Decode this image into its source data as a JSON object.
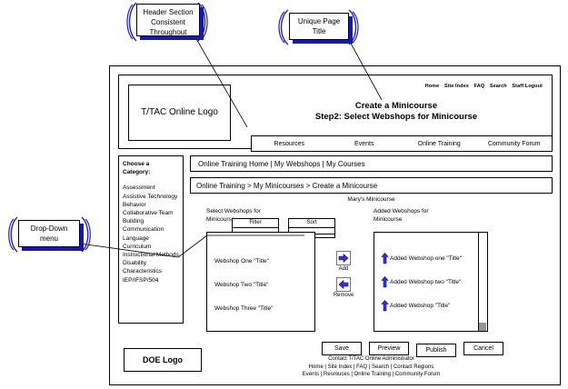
{
  "annotations": [
    {
      "id": "header-callout",
      "text": "Header Section Consistent Throughout"
    },
    {
      "id": "title-callout",
      "text": "Unique Page Title"
    },
    {
      "id": "dropdown-callout",
      "text": "Drop-Down menu"
    }
  ],
  "header": {
    "logo_text": "T/TAC Online Logo",
    "utility_nav": [
      "Home",
      "Site Index",
      "FAQ",
      "Search",
      "Staff Logout"
    ],
    "title_line1": "Create a Minicourse",
    "title_line2": "Step2: Select Webshops for Minicourse",
    "main_nav": [
      "Resources",
      "Events",
      "Online Training",
      "Community Forum"
    ]
  },
  "sidebar": {
    "heading_line1": "Choose a",
    "heading_line2": "Category:",
    "items": [
      "Assessment",
      "Assistive Technology",
      "Behavior",
      "Collaborative Team Building",
      "Communication",
      "Language",
      "Curriculum",
      "Instructional Methods",
      "Disability Characteristics",
      "IEP/IFSP/504"
    ],
    "doe_logo_text": "DOE Logo"
  },
  "content": {
    "section_tabs": "Online Training Home |  My Webshops |  My Courses",
    "breadcrumb": "Online Training > My Minicourses > Create a Minicourse",
    "course_name": "Mary's Minicourse",
    "select_panel": {
      "label_line1": "Select Webshops for",
      "label_line2": "Minicourse",
      "filter_label": "Filter",
      "sort_label": "Sort",
      "options": [
        "Webshop One \"Title\"",
        "Webshop Two \"Title\"",
        "Webshop Three \"Title\""
      ]
    },
    "transfer": {
      "add_label": "Add",
      "remove_label": "Remove",
      "add_icon": "arrow-right-icon",
      "remove_icon": "arrow-left-icon"
    },
    "added_panel": {
      "label_line1": "Added Webshops for",
      "label_line2": "Minicourse",
      "reorder_icon": "arrow-up-icon",
      "options": [
        "Added Webshop one \"Title\"",
        "Added Webshop two \"Title\"",
        "Added Webshop \"Title\""
      ]
    },
    "actions": [
      "Save",
      "Preview",
      "Publish",
      "Cancel"
    ]
  },
  "footer": {
    "contact": "Contact T/TAC Online Administrator",
    "links_row1": "Home | Site Index | FAQ | Search | Contact Regions",
    "links_row2": "Events | Resrouces | Online Training | Community Forum"
  },
  "colors": {
    "callout_shadow": "#1a1aa8",
    "brace": "#2222aa",
    "icon_blue": "#3333cc",
    "scrollbar_thumb": "#9a968e"
  }
}
